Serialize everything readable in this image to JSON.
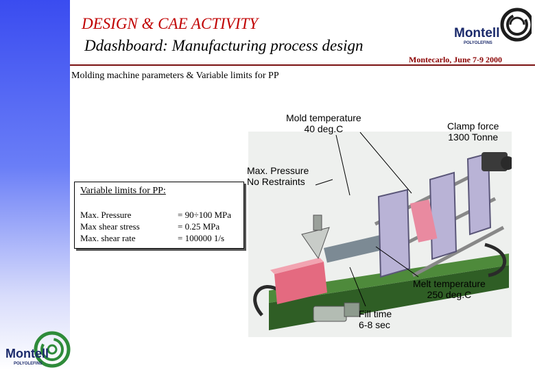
{
  "header": {
    "title_line1": "DESIGN & CAE ACTIVITY",
    "title_line2": "Ddashboard: Manufacturing process design",
    "event": "Montecarlo, June 7-9 2000"
  },
  "logo": {
    "name": "Montell",
    "tagline": "POLYOLEFINS"
  },
  "subtitle": "Molding machine parameters & Variable limits for PP",
  "callouts": {
    "mold_temperature": {
      "line1": "Mold temperature",
      "line2": "40 deg.C"
    },
    "clamp_force": {
      "line1": "Clamp force",
      "line2": "1300 Tonne"
    },
    "max_pressure": {
      "line1": "Max. Pressure",
      "line2": "No Restraints"
    },
    "melt_temperature": {
      "line1": "Melt temperature",
      "line2": "250 deg.C"
    },
    "fill_time": {
      "line1": "Fill time",
      "line2": "6-8 sec"
    }
  },
  "limits": {
    "title": "Variable limits for PP:",
    "rows": [
      {
        "label": "Max. Pressure",
        "value": "= 90÷100 MPa"
      },
      {
        "label": "Max shear stress",
        "value": "= 0.25 MPa"
      },
      {
        "label": "Max. shear rate",
        "value": "= 100000 1/s"
      }
    ]
  },
  "colors": {
    "title_red": "#c00000",
    "brand_green": "#2e8b3a",
    "brand_navy": "#1b2a6b",
    "band_blue": "#3a4cf0"
  }
}
